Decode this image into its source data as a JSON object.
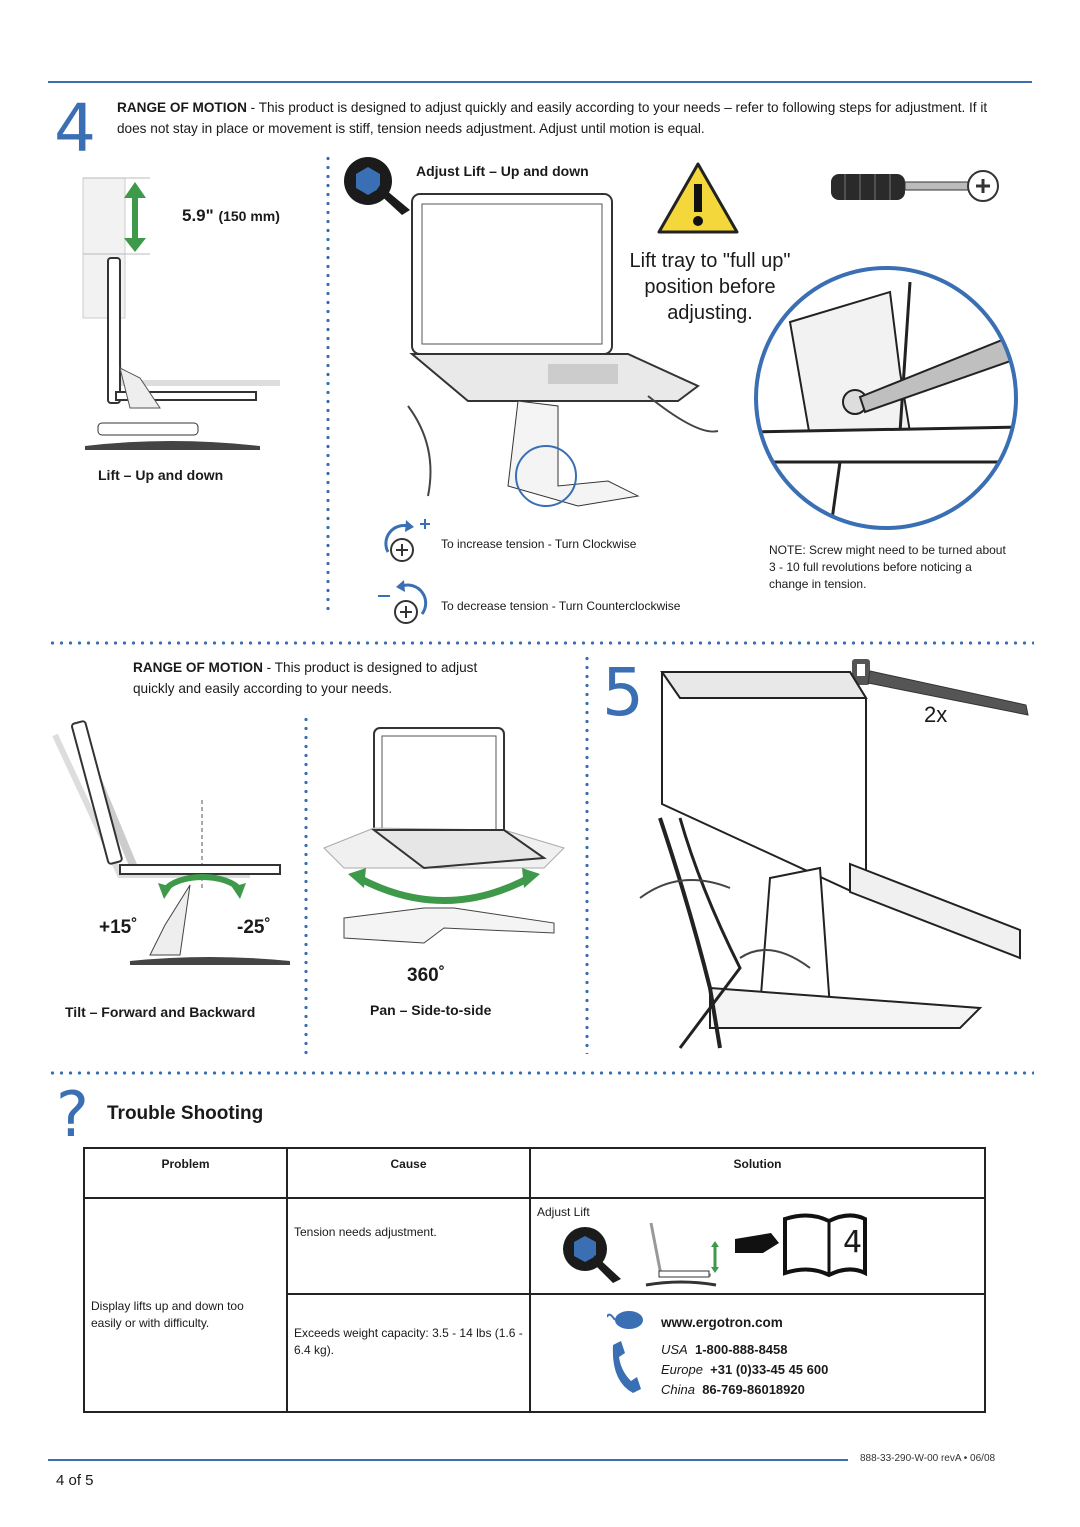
{
  "step4": {
    "number": "4",
    "heading": "RANGE OF  MOTION",
    "text": " - This product is designed to adjust quickly and easily according to your needs – refer to following steps for adjustment. If it does not stay in place or movement is stiff, tension needs adjustment. Adjust until motion is equal.",
    "lift_height": "5.9\"",
    "lift_metric": "(150 mm)",
    "lift_caption": "Lift – Up and down",
    "adjust_title": "Adjust Lift – Up and down",
    "warning_lines": [
      "Lift tray to \"full up\"",
      "position before",
      "adjusting."
    ],
    "increase": "To increase tension - Turn Clockwise",
    "decrease": "To decrease tension - Turn Counterclockwise",
    "note": "NOTE: Screw might need to be turned about 3 - 10 full revolutions before noticing a change in tension."
  },
  "motion": {
    "heading": "RANGE OF  MOTION",
    "text": " - This product is designed to adjust quickly and easily according to your needs.",
    "plus": "+15˚",
    "minus": "-25˚",
    "tilt_caption": "Tilt – Forward and Backward",
    "pan_angle": "360˚",
    "pan_caption": "Pan – Side-to-side"
  },
  "step5": {
    "number": "5",
    "count": "2x"
  },
  "troubleshooting": {
    "symbol": "?",
    "title": "Trouble Shooting",
    "headers": [
      "Problem",
      "Cause",
      "Solution"
    ],
    "problem": "Display lifts up and down too easily or with difficulty.",
    "cause1": "Tension needs adjustment.",
    "solution1_label": "Adjust Lift",
    "book_step": "4",
    "cause2": "Exceeds weight capacity: 3.5 - 14 lbs (1.6 - 6.4 kg).",
    "website": "www.ergotron.com",
    "contacts": [
      {
        "region": "USA",
        "phone": "1-800-888-8458"
      },
      {
        "region": "Europe",
        "phone": "+31 (0)33-45 45 600"
      },
      {
        "region": "China",
        "phone": "86-769-86018920"
      }
    ]
  },
  "footer": {
    "docnum": "888-33-290-W-00 revA • 06/08",
    "page": "4 of 5"
  },
  "colors": {
    "accent": "#3a6fb3",
    "green": "#3e9a4a",
    "warning": "#f4d73a"
  }
}
